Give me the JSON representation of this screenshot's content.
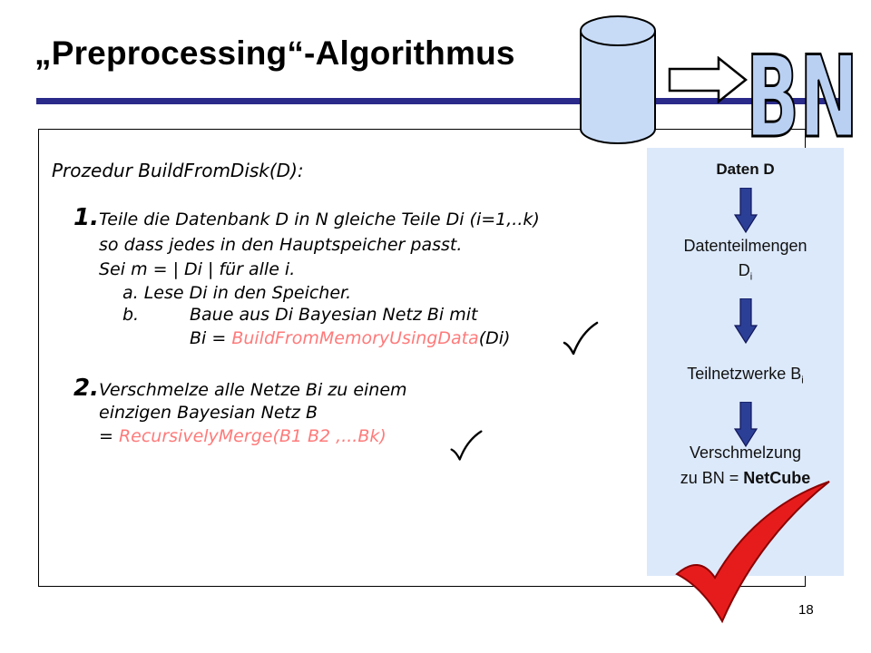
{
  "slide": {
    "title": "„Preprocessing“-Algorithmus",
    "page_number": "18",
    "accent_color": "#2a2a8a"
  },
  "procedure": {
    "heading": "Prozedur BuildFromDisk(D):",
    "step1": {
      "number": "1.",
      "line1": "Teile die Datenbank D in N gleiche Teile Di (i=1,..k)",
      "line2": "so dass jedes in den Hauptspeicher passt.",
      "line3": "Sei m = | Di | für alle i.",
      "sub_a": "a. Lese Di in den Speicher.",
      "sub_b_label": "b.",
      "sub_b_text": "Baue aus Di Bayesian Netz Bi mit",
      "sub_b_eq_prefix": "Bi = ",
      "sub_b_eq_func": "BuildFromMemoryUsingData",
      "sub_b_eq_suffix": "(Di)"
    },
    "step2": {
      "number": "2.",
      "line1": "Verschmelze alle Netze Bi zu einem",
      "line2": "einzigen Bayesian Netz B",
      "eq_prefix": "= ",
      "eq_func": "RecursivelyMerge(B1 B2 ,...Bk)"
    },
    "highlight_color": "#ff7a7a"
  },
  "side_panel": {
    "data_label": "Daten D",
    "partitions_label": "Datenteilmengen",
    "partitions_symbol": "D",
    "partitions_sub": "i",
    "subnets_label": "Teilnetzwerke B",
    "subnets_sub": "i",
    "merge_line1": "Verschmelzung",
    "merge_line2_prefix": "zu BN = ",
    "merge_line2_bold": "NetCube",
    "background_color": "#dce9fb",
    "arrow_color": "#2c3f96"
  },
  "graphic": {
    "logo_text": "BN",
    "database_icon": "database-cylinder-icon",
    "check_icon": "checkmark-icon"
  }
}
